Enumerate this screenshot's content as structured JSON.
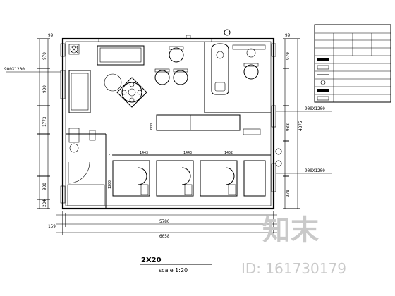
{
  "plan": {
    "title": "2X20",
    "scale": "scale 1:20",
    "dims": {
      "left_top": "970",
      "left_mid": "900",
      "left_1773": "1773",
      "left_lower": "900",
      "left_bottom": "234",
      "right_top": "970",
      "right_mid": "938",
      "right_4875": "4875",
      "right_lower": "970",
      "top_left": "99",
      "top_right": "99",
      "interior_1443a": "1443",
      "interior_1443b": "1443",
      "interior_1452": "1452",
      "interior_1210": "1210",
      "interior_600": "600",
      "interior_1200": "1200",
      "bottom_159": "159",
      "bottom_5780": "5780",
      "bottom_6058": "6058"
    },
    "window_labels": {
      "left": "900X1200",
      "right_upper": "900X1200",
      "right_lower": "900X1200"
    }
  },
  "legend": {
    "colors": {
      "line": "#000000",
      "watermark": "#c9c9c9",
      "background": "#ffffff"
    }
  },
  "watermark": {
    "brand": "知末",
    "id": "ID: 161730179"
  }
}
